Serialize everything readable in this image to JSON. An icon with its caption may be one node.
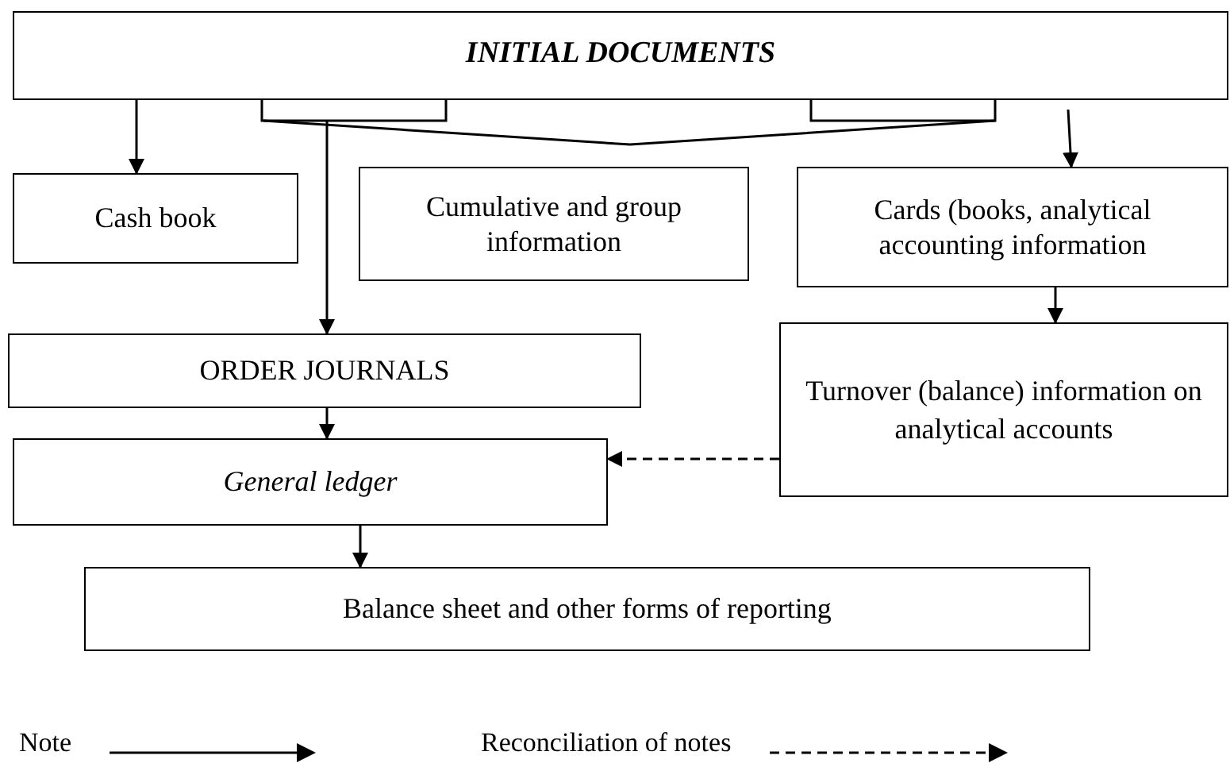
{
  "diagram": {
    "nodes": [
      {
        "text": [
          "INITIAL DOCUMENTS"
        ]
      },
      {
        "text": [
          "Cash book"
        ]
      },
      {
        "text": [
          "Cumulative and group information"
        ]
      },
      {
        "text": [
          "Cards (books, analytical accounting information"
        ]
      },
      {
        "text": [
          "ORDER JOURNALS"
        ]
      },
      {
        "text": [
          "Turnover (balance) information on analytical accounts"
        ]
      },
      {
        "text": [
          "General ledger"
        ]
      },
      {
        "text": [
          "Balance sheet and other forms of reporting"
        ]
      }
    ],
    "edges": [
      {
        "from": 0,
        "to": 1,
        "arrow": "to"
      },
      {
        "from": 0,
        "to": 4,
        "arrow": "to"
      },
      {
        "from": 0,
        "to": 3,
        "arrow": "to"
      },
      {
        "from": 3,
        "to": 5,
        "arrow": "to"
      },
      {
        "from": 4,
        "to": 6,
        "arrow": "to"
      },
      {
        "from": 5,
        "to": 6,
        "arrow": "to",
        "style": "dashed"
      },
      {
        "from": 6,
        "to": 7,
        "arrow": "to"
      }
    ],
    "legend": [
      {
        "text": "Note"
      },
      {
        "text": "Reconciliation of notes"
      }
    ]
  }
}
